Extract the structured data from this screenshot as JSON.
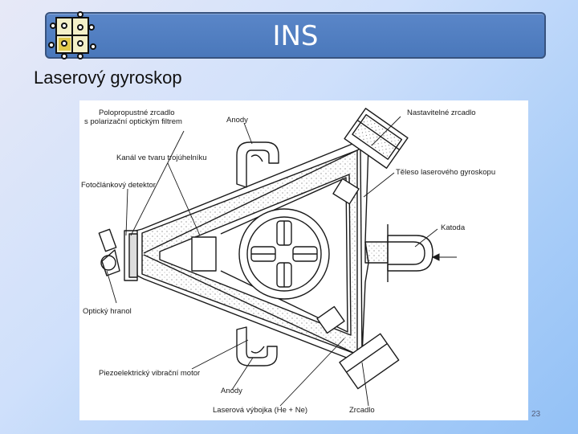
{
  "banner": {
    "title": "INS",
    "logo_icon": "puzzle-logo-icon"
  },
  "subtitle": "Laserový gyroskop",
  "diagram": {
    "labels": {
      "polopropustne_1": "Polopropustné zrcadlo",
      "polopropustne_2": "s polarizační optickým filtrem",
      "anody_top": "Anody",
      "nastavitelne": "Nastavitelné zrcadlo",
      "kanal": "Kanál ve tvaru trojúhelníku",
      "teleso": "Těleso laserového gyroskopu",
      "fotoclankovy": "Fotočlánkový detektor",
      "katoda": "Katoda",
      "opticky": "Optický hranol",
      "piezo": "Piezoelektrický vibrační motor",
      "anody_bottom": "Anody",
      "laserova": "Laserová výbojka (He + Ne)",
      "zrcadlo": "Zrcadlo"
    }
  },
  "page_number": "23",
  "colors": {
    "banner": "#4a78bb",
    "banner_border": "#38537e",
    "line": "#1a1a1a"
  }
}
